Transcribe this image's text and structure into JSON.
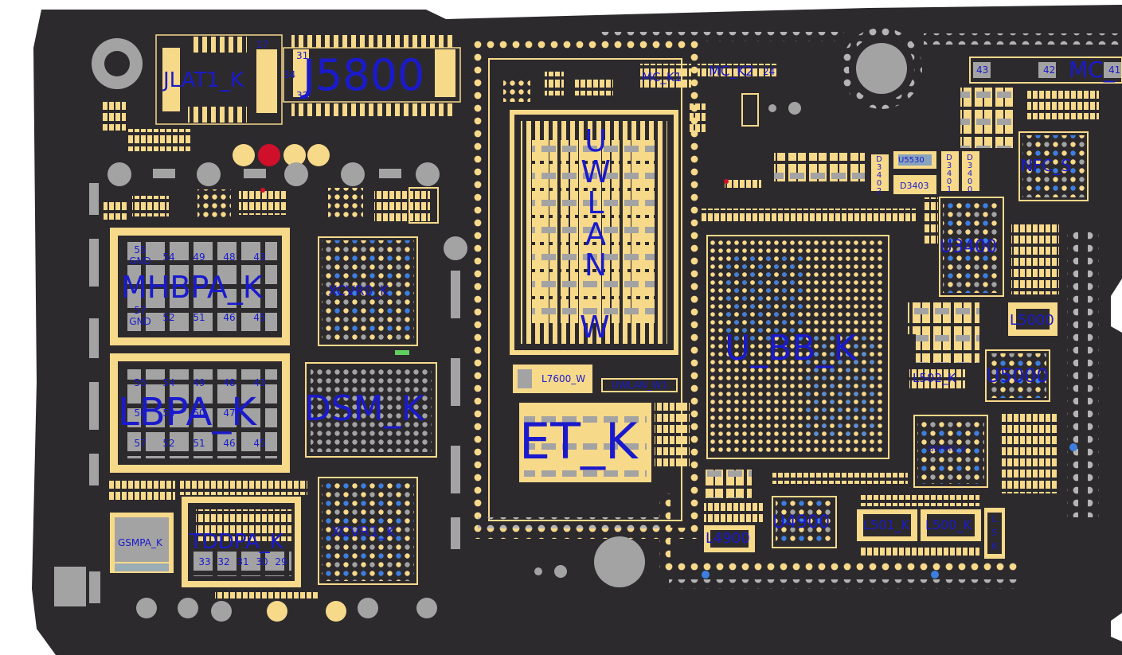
{
  "labels": {
    "jlat1": "JLAT1_K",
    "j5800": "J5800",
    "j5800_pin31": "31",
    "j5800_pin32": "32",
    "j5800_pin34": "34",
    "jlat1_pin17": "17",
    "mc_k1": "MC_K1",
    "mc_k2": "MC_K2",
    "mc_k2_pin": "24",
    "mc_right": "MC_",
    "mc_right_pin43": "43",
    "mc_right_pin42": "42",
    "mc_right_pin41": "41",
    "uwlan": "UWLAN",
    "uwlan_w": "W",
    "u5530": "U5530",
    "d3403": "D3403",
    "d3402": "D3402",
    "d3401": "D3401",
    "d3400": "D3400",
    "nfc": "NFC_S",
    "u3400": "U3400",
    "l5000": "L5000",
    "u_bb": "U_BB_K",
    "l502": "L502_K",
    "u5000": "U5000",
    "bbpmu": "BBPMU_K",
    "mhbpa": "MHBPA_K",
    "xcvr0": "XCVR0_K",
    "lbpa": "LBPA_K",
    "dsm": "DSM_K",
    "l7600": "L7600_W",
    "uwlan_w1": "UWLAN_W1",
    "et": "ET_K",
    "gsmpa": "GSMPA_K",
    "tddpa": "TDDPA_K",
    "xcvr1": "XCVR1_K",
    "l4900": "L4900",
    "u4900": "U4900",
    "l501": "L501_K",
    "l500": "L500_K",
    "l_small": "L5K"
  },
  "mhbpa_pins": {
    "p55": "55",
    "gnd": "GND",
    "p54": "54",
    "p49": "49",
    "p48": "48",
    "p43": "43",
    "p57": "57",
    "gnd2": "GND",
    "p52": "52",
    "p51": "51",
    "p46": "46",
    "p45": "45"
  },
  "lbpa_pins": {
    "p55": "55",
    "p54": "54",
    "p49": "49",
    "p48": "48",
    "p43": "43",
    "p56": "56",
    "p53": "53",
    "p50": "50",
    "p47": "47",
    "p57": "57",
    "p52": "52",
    "p51": "51",
    "p46": "46",
    "p45": "45"
  },
  "tddpa_pins": [
    "33",
    "32",
    "31",
    "30",
    "29"
  ],
  "colors": {
    "board": "#2d2a2e",
    "pad": "#f7d98a",
    "pad_grey": "#a3a3a3",
    "via_blue": "#3d7fe0",
    "label": "#1a1acc",
    "red_pad": "#d0102a"
  }
}
